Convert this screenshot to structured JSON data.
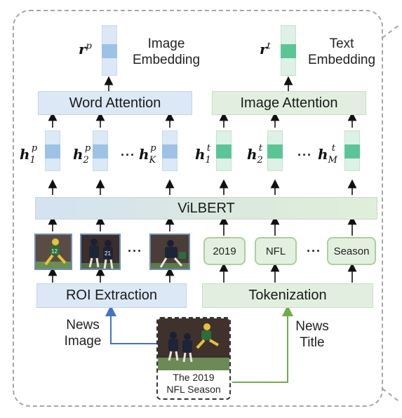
{
  "image_embedding": {
    "symbol": "r",
    "sup": "p",
    "label_line1": "Image",
    "label_line2": "Embedding"
  },
  "text_embedding": {
    "symbol": "r",
    "sup": "t",
    "label_line1": "Text",
    "label_line2": "Embedding"
  },
  "word_attention": "Word Attention",
  "image_attention": "Image Attention",
  "hidden_image": [
    {
      "h": "h",
      "sub": "1",
      "sup": "p"
    },
    {
      "h": "h",
      "sub": "2",
      "sup": "p"
    },
    {
      "h": "h",
      "sub": "K",
      "sup": "p"
    }
  ],
  "hidden_text": [
    {
      "h": "h",
      "sub": "1",
      "sup": "t"
    },
    {
      "h": "h",
      "sub": "2",
      "sup": "t"
    },
    {
      "h": "h",
      "sub": "M",
      "sup": "t"
    }
  ],
  "dots": "···",
  "vilbert": "ViLBERT",
  "tokens": [
    "2019",
    "NFL",
    "Season"
  ],
  "roi_extraction": "ROI Extraction",
  "tokenization": "Tokenization",
  "news_image_label": {
    "line1": "News",
    "line2": "Image"
  },
  "news_title_label": {
    "line1": "News",
    "line2": "Title"
  },
  "news_caption": {
    "line1": "The 2019",
    "line2": "NFL Season"
  },
  "colors": {
    "image_branch": "#4472c4",
    "text_branch": "#70ad47",
    "blue_box": "#dce8f5",
    "green_box": "#e2efe0",
    "blue_vec": "#9cc3e6",
    "green_vec": "#5cc596"
  }
}
